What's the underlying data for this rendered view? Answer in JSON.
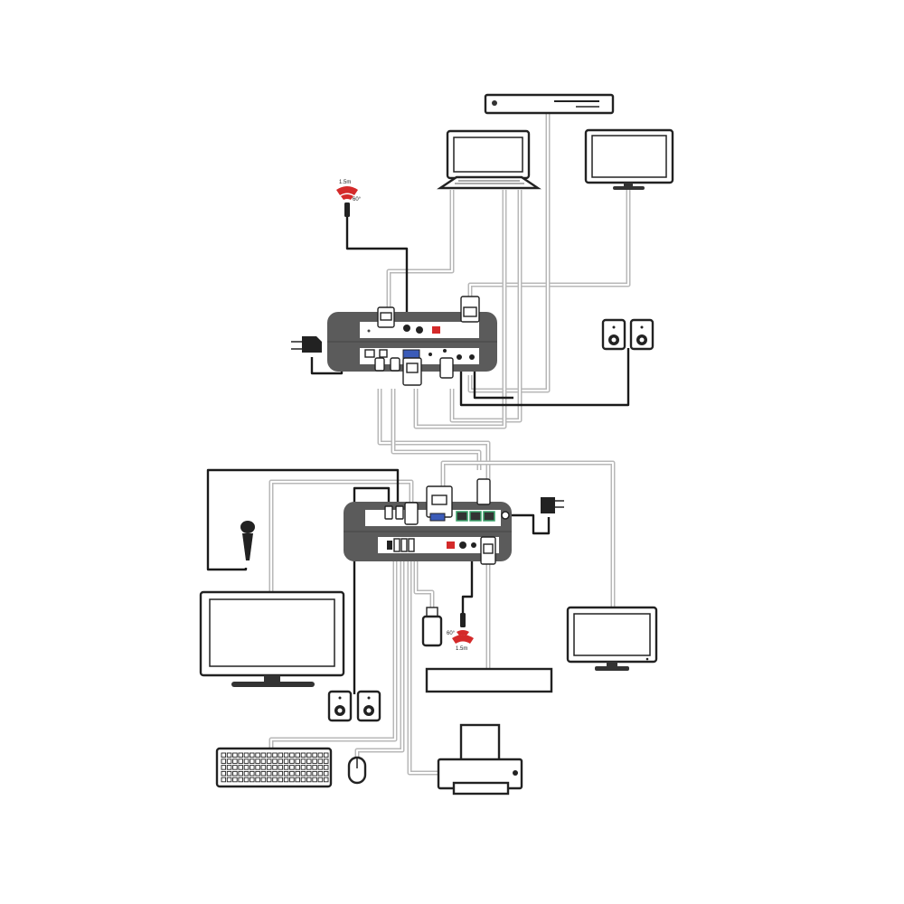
{
  "ir_sensor_top": {
    "distance": "1.5m",
    "angle": "60°"
  },
  "ir_sensor_bottom": {
    "distance": "1.5m",
    "angle": "60°"
  },
  "colors": {
    "unit_body": "#5b5b5b",
    "cable_light": "#b8b8b8",
    "cable_dark": "#1a1a1a",
    "ir_accent": "#d42a2a"
  }
}
